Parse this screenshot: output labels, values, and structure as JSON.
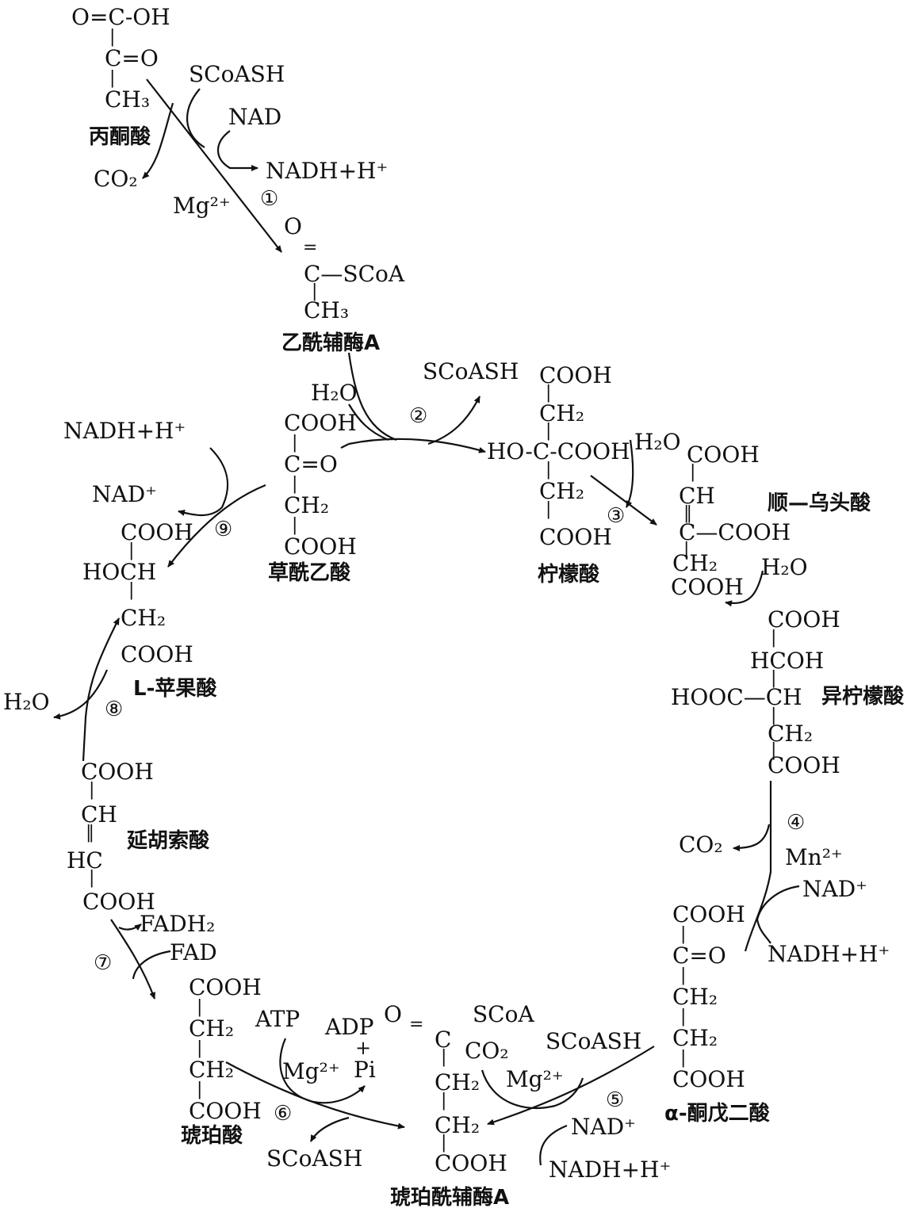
{
  "pyruvate": {
    "line1": "O=C-OH",
    "line2": "C=O",
    "line3": "CH₃",
    "name": "丙酮酸"
  },
  "step1": {
    "coa_in": "SCoASH",
    "nad_in": "NAD",
    "nadh_out": "NADH+H⁺",
    "co2_out": "CO₂",
    "cofactor": "Mg²⁺",
    "number": "①"
  },
  "acetyl_coa": {
    "top_o": "O",
    "double_bond": "=",
    "line2": "C—SCoA",
    "line3": "CH₃",
    "name": "乙酰辅酶A"
  },
  "step2": {
    "water_in": "H₂O",
    "coa_out": "SCoASH",
    "number": "②"
  },
  "oxaloacetate": {
    "line1": "COOH",
    "line2": "C=O",
    "line3": "CH₂",
    "line4": "COOH",
    "name": "草酰乙酸"
  },
  "citrate": {
    "line1": "COOH",
    "line2": "CH₂",
    "line3": "HO-C-COOH",
    "line4": "CH₂",
    "line5": "COOH",
    "name": "柠檬酸"
  },
  "step3": {
    "water_out": "H₂O",
    "water_in": "H₂O",
    "number": "③"
  },
  "cis_aconitate": {
    "line1": "COOH",
    "line2": "CH",
    "line3": "C—COOH",
    "line4": "CH₂",
    "line5": "COOH",
    "name": "顺—乌头酸"
  },
  "isocitrate": {
    "line1": "COOH",
    "line2": "HCOH",
    "line3": "HOOC—CH",
    "line4": "CH₂",
    "line5": "COOH",
    "name": "异柠檬酸"
  },
  "step4": {
    "number": "④",
    "co2_out": "CO₂",
    "cofactor": "Mn²⁺",
    "nad_in": "NAD⁺",
    "nadh_out": "NADH+H⁺"
  },
  "alpha_kg": {
    "line1": "COOH",
    "line2": "C=O",
    "line3": "CH₂",
    "line4": "CH₂",
    "line5": "COOH",
    "name": "α-酮戊二酸"
  },
  "step5": {
    "coa_in": "SCoASH",
    "co2_out": "CO₂",
    "cofactor": "Mg²⁺",
    "number": "⑤",
    "nad_in": "NAD⁺",
    "nadh_out": "NADH+H⁺"
  },
  "succinyl_coa": {
    "top_o": "O",
    "double_bond": "=",
    "top_scoa": "SCoA",
    "line2": "C",
    "line3": "CH₂",
    "line4": "CH₂",
    "line5": "COOH",
    "name": "琥珀酰辅酶A"
  },
  "step6": {
    "atp": "ATP",
    "adp": "ADP",
    "plus": "+",
    "pi": "Pi",
    "cofactor": "Mg²⁺",
    "number": "⑥",
    "coa_out": "SCoASH"
  },
  "succinate": {
    "line1": "COOH",
    "line2": "CH₂",
    "line3": "CH₂",
    "line4": "COOH",
    "name": "琥珀酸"
  },
  "step7": {
    "fadh2": "FADH₂",
    "fad": "FAD",
    "number": "⑦"
  },
  "fumarate": {
    "line1": "COOH",
    "line2": "CH",
    "line3": "HC",
    "line4": "COOH",
    "name": "延胡索酸"
  },
  "step8": {
    "water_in": "H₂O",
    "number": "⑧"
  },
  "malate": {
    "line1": "COOH",
    "line2": "HOCH",
    "line3": "CH₂",
    "line4": "COOH",
    "name": "L-苹果酸"
  },
  "step9": {
    "nadh_out": "NADH+H⁺",
    "nad_in": "NAD⁺",
    "number": "⑨"
  }
}
